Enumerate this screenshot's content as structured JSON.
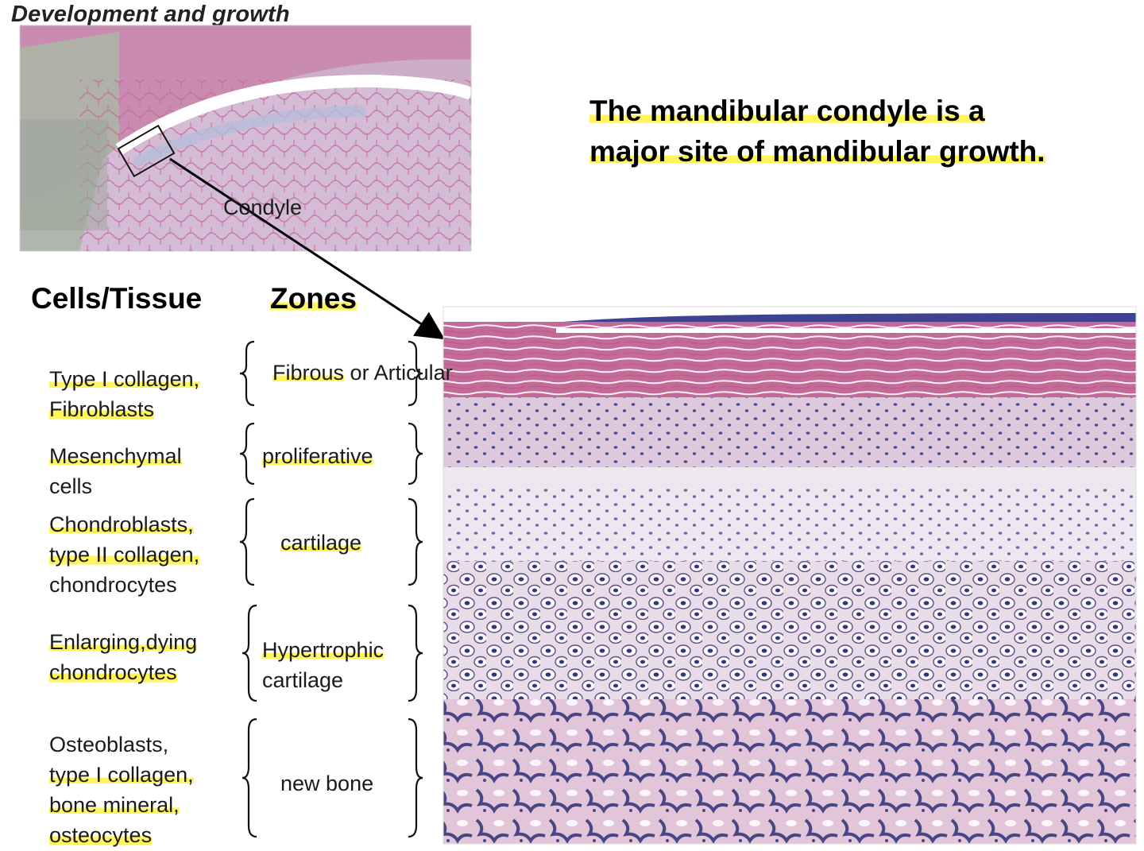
{
  "header": {
    "title": "Development and growth"
  },
  "headline": {
    "line1": "The mandibular condyle is a",
    "line2": "major site of mandibular growth."
  },
  "thumbnail": {
    "label": "Condyle"
  },
  "columns": {
    "cells": "Cells/Tissue",
    "zones": "Zones"
  },
  "rows": [
    {
      "cells": [
        "Type I collagen,",
        "Fibroblasts"
      ],
      "zone": [
        "Fibrous",
        "or Articular"
      ]
    },
    {
      "cells": [
        "Mesenchymal",
        "cells"
      ],
      "zone": [
        "proliferative"
      ]
    },
    {
      "cells": [
        "Chondroblasts,",
        "type II collagen,",
        "chondrocytes"
      ],
      "zone": [
        "cartilage"
      ]
    },
    {
      "cells": [
        "Enlarging,dying",
        "chondrocytes"
      ],
      "zone": [
        "Hypertrophic",
        "cartilage"
      ]
    },
    {
      "cells": [
        "Osteoblasts,",
        "type I collagen,",
        "bone mineral,",
        "osteocytes"
      ],
      "zone": [
        "new bone"
      ]
    }
  ],
  "colors": {
    "highlight": "#fff45a",
    "tissue_pink": "#d9a3c0",
    "tissue_dark": "#3a3f8a",
    "cartilage": "#ece6ef"
  }
}
